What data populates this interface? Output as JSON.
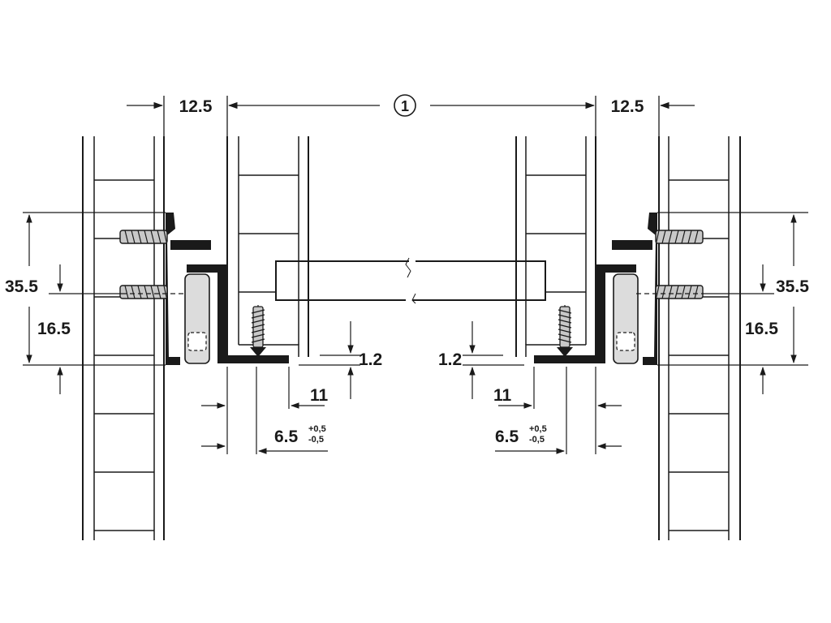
{
  "dimensions": {
    "side_clearance": "12.5",
    "inner_width_marker": "1",
    "total_height": "35.5",
    "lower_height": "16.5",
    "base_gap": "1.2",
    "rail_width": "11",
    "screw_offset": "6.5",
    "tolerance_plus": "+0,5",
    "tolerance_minus": "-0,5"
  },
  "colors": {
    "line": "#1a1a1a",
    "screw_fill": "#c8c8c8",
    "roller_fill": "#dcdcdc",
    "background": "#ffffff"
  }
}
